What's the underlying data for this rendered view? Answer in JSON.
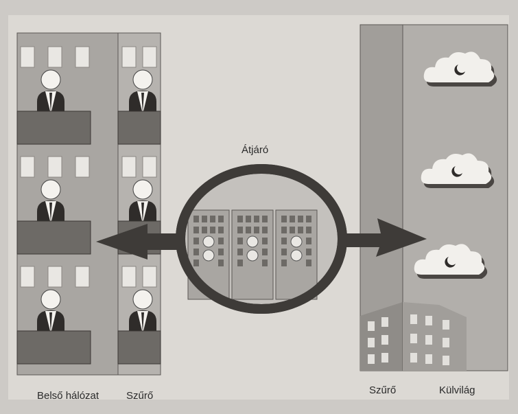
{
  "labels": {
    "gateway": "Átjáró",
    "internal_network": "Belső hálózat",
    "filter_left": "Szűrő",
    "filter_right": "Szűrő",
    "outside_world": "Külvilág"
  },
  "colors": {
    "page": "#cdcac6",
    "panel": "#dcd9d4",
    "building": "#a9a6a2",
    "desk": "#6d6a66",
    "ring": "#3e3b38",
    "cloud": "#f2f0ec"
  }
}
